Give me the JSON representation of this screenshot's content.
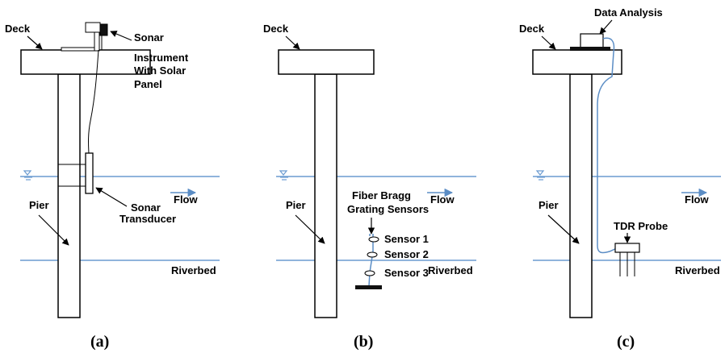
{
  "panels": [
    {
      "caption": "(a)",
      "deck": "Deck",
      "pier": "Pier",
      "riverbed": "Riverbed",
      "flow": "Flow",
      "instrument": [
        "Sonar",
        "Instrument",
        "With Solar",
        "Panel"
      ],
      "transducer": [
        "Sonar",
        "Transducer"
      ]
    },
    {
      "caption": "(b)",
      "deck": "Deck",
      "pier": "Pier",
      "riverbed": "Riverbed",
      "flow": "Flow",
      "sensors_title": [
        "Fiber Bragg",
        "Grating Sensors"
      ],
      "sensors": [
        "Sensor 1",
        "Sensor 2",
        "Sensor 3"
      ]
    },
    {
      "caption": "(c)",
      "deck": "Deck",
      "pier": "Pier",
      "riverbed": "Riverbed",
      "flow": "Flow",
      "analysis": "Data Analysis",
      "probe": "TDR Probe"
    }
  ],
  "colors": {
    "water": "#6b9bd1",
    "cable": "#5b8dc5",
    "outline": "#000000"
  }
}
